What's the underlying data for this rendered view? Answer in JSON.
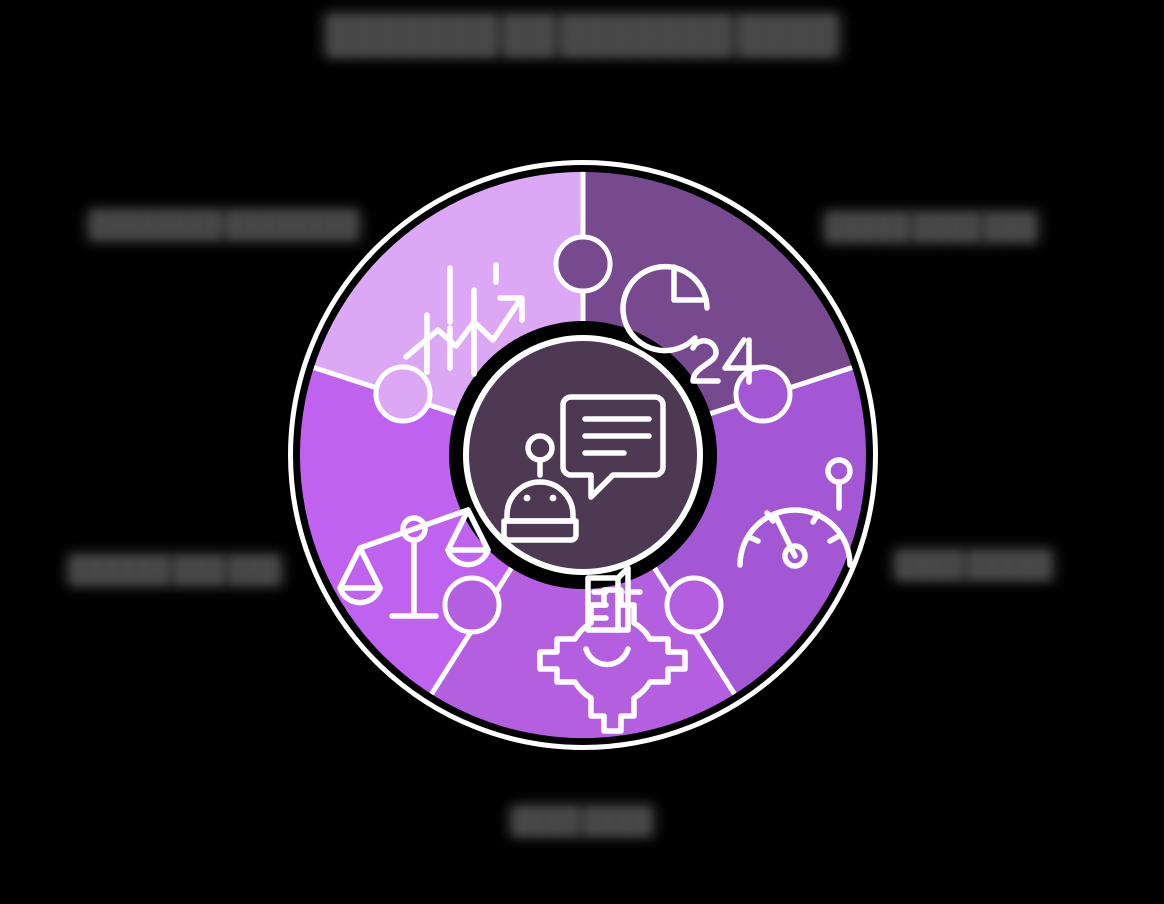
{
  "title": {
    "text": "███████ ██ ███████ ████",
    "redacted": true
  },
  "background_color": "#000000",
  "diagram": {
    "type": "puzzle-wheel",
    "segments_count": 5,
    "hub": {
      "fill": "#4d3a52",
      "stroke": "#ffffff",
      "icon": "chatbot-speech-bubble-icon",
      "icon_color": "#ffffff"
    },
    "segments": [
      {
        "id": "analytics",
        "position": "top-left",
        "fill": "#dca8f5",
        "icon": "growth-chart-arrow-icon",
        "label": "████████ ████████",
        "label_redacted": true
      },
      {
        "id": "availability",
        "position": "top-right",
        "fill": "#77498f",
        "icon": "clock-24-icon",
        "icon_text": "24",
        "label": "█████ ████ ███",
        "label_redacted": true
      },
      {
        "id": "performance",
        "position": "right",
        "fill": "#a357d4",
        "icon": "speedometer-gauge-icon",
        "label": "████ █████",
        "label_redacted": true
      },
      {
        "id": "automation",
        "position": "bottom",
        "fill": "#b45fe0",
        "icon": "gear-document-icon",
        "label": "████ ████",
        "label_redacted": true
      },
      {
        "id": "compliance",
        "position": "left",
        "fill": "#c062f0",
        "icon": "balance-scales-icon",
        "label": "██████ ███ ███",
        "label_redacted": true
      }
    ]
  }
}
